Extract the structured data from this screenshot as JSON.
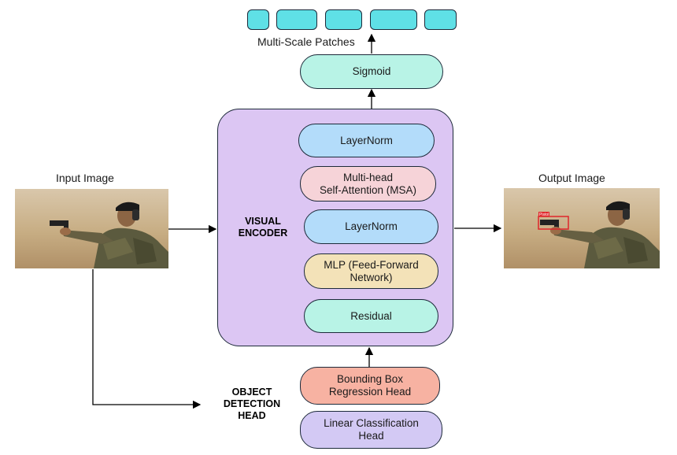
{
  "diagram": {
    "patches_label": "Multi-Scale Patches",
    "sigmoid": "Sigmoid",
    "visual_encoder_label": "VISUAL\nENCODER",
    "encoder_blocks": [
      {
        "label": "LayerNorm",
        "color": "#b3dcfa"
      },
      {
        "label": "Multi-head\nSelf-Attention (MSA)",
        "color": "#f6d3d8"
      },
      {
        "label": "LayerNorm",
        "color": "#b3dcfa"
      },
      {
        "label": "MLP (Feed-Forward\nNetwork)",
        "color": "#f3e2b8"
      },
      {
        "label": "Residual",
        "color": "#b8f3e6"
      }
    ],
    "input_image_label": "Input Image",
    "output_image_label": "Output Image",
    "object_detection_label": "OBJECT\nDETECTION\nHEAD",
    "bbox_head": "Bounding Box\nRegression Head",
    "classification_head": "Linear Classification\nHead",
    "detection_tag": "Pistol",
    "colors": {
      "patch": "#5fe0e6",
      "sigmoid": "#b8f3e6",
      "encoder": "#dcc6f3",
      "bbox_head": "#f7b2a2",
      "classification_head": "#d3c9f4",
      "detection_box": "#e0262b"
    }
  }
}
